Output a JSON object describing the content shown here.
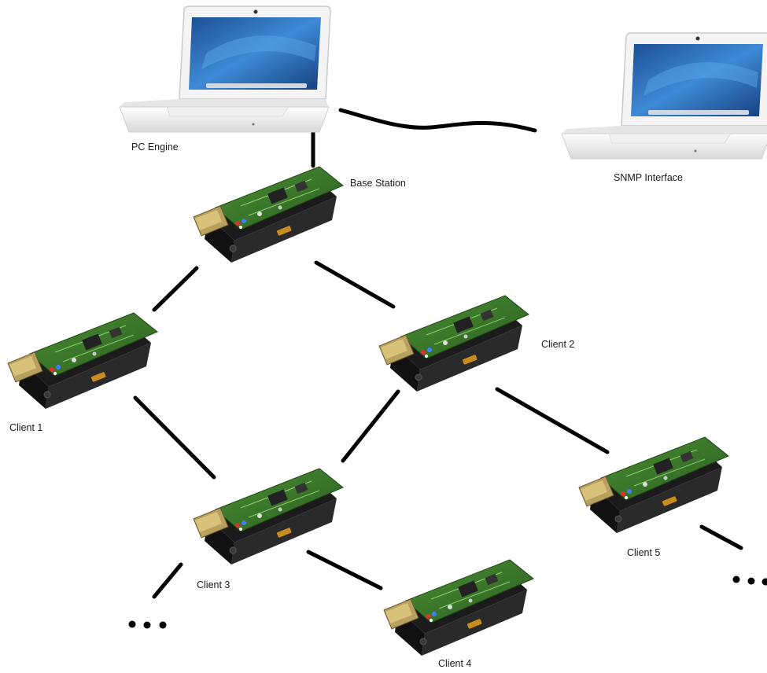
{
  "labels": {
    "pc_engine": "PC Engine",
    "snmp_interface": "SNMP Interface",
    "base_station": "Base Station",
    "client_1": "Client 1",
    "client_2": "Client 2",
    "client_3": "Client 3",
    "client_4": "Client 4",
    "client_5": "Client 5"
  },
  "colors": {
    "link": "#000000",
    "board": "#3c7a2a",
    "case": "#1d1d1d",
    "screen": "#2c6fb8",
    "laptop_body": "#eeeeee"
  }
}
